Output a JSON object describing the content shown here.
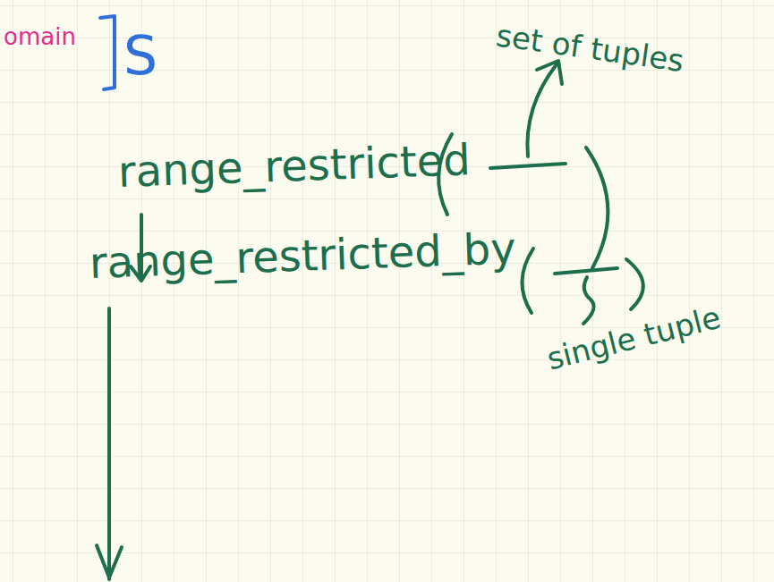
{
  "diagram": {
    "labels": [
      "omain",
      "S",
      "set of tuples",
      "range_restricted",
      "range_restricted_by",
      "single tuple"
    ]
  }
}
